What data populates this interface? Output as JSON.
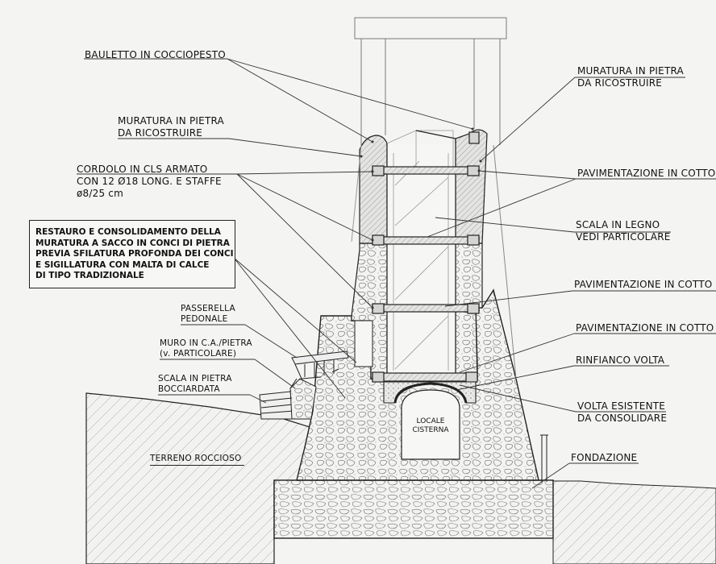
{
  "labels": {
    "bauletto": "BAULETTO IN COCCIOPESTO",
    "muratura_left": [
      "MURATURA IN PIETRA",
      "DA RICOSTRUIRE"
    ],
    "muratura_right": [
      "MURATURA IN PIETRA",
      "DA RICOSTRUIRE"
    ],
    "cordolo": [
      "CORDOLO IN CLS ARMATO",
      "CON 12 Ø18 LONG. E STAFFE",
      "ø8/25 cm"
    ],
    "restauro": [
      "RESTAURO E CONSOLIDAMENTO DELLA",
      "MURATURA A SACCO IN CONCI DI PIETRA",
      "PREVIA SFILATURA PROFONDA DEI CONCI",
      "E SIGILLATURA CON MALTA DI CALCE",
      "DI TIPO TRADIZIONALE"
    ],
    "passerella": [
      "PASSERELLA",
      "PEDONALE"
    ],
    "muro": [
      "MURO IN C.A./PIETRA",
      "(v. PARTICOLARE)"
    ],
    "scala_pietra": [
      "SCALA IN PIETRA",
      "BOCCIARDATA"
    ],
    "terreno": "TERRENO ROCCIOSO",
    "pavimentazione_1": "PAVIMENTAZIONE IN COTTO",
    "scala_legno": [
      "SCALA IN LEGNO",
      "VEDI PARTICOLARE"
    ],
    "pavimentazione_2": "PAVIMENTAZIONE IN COTTO",
    "pavimentazione_3": "PAVIMENTAZIONE IN COTTO",
    "rinfianco": "RINFIANCO VOLTA",
    "volta": [
      "VOLTA ESISTENTE",
      "DA CONSOLIDARE"
    ],
    "fondazione": "FONDAZIONE",
    "cisterna": [
      "LOCALE",
      "CISTERNA"
    ]
  }
}
